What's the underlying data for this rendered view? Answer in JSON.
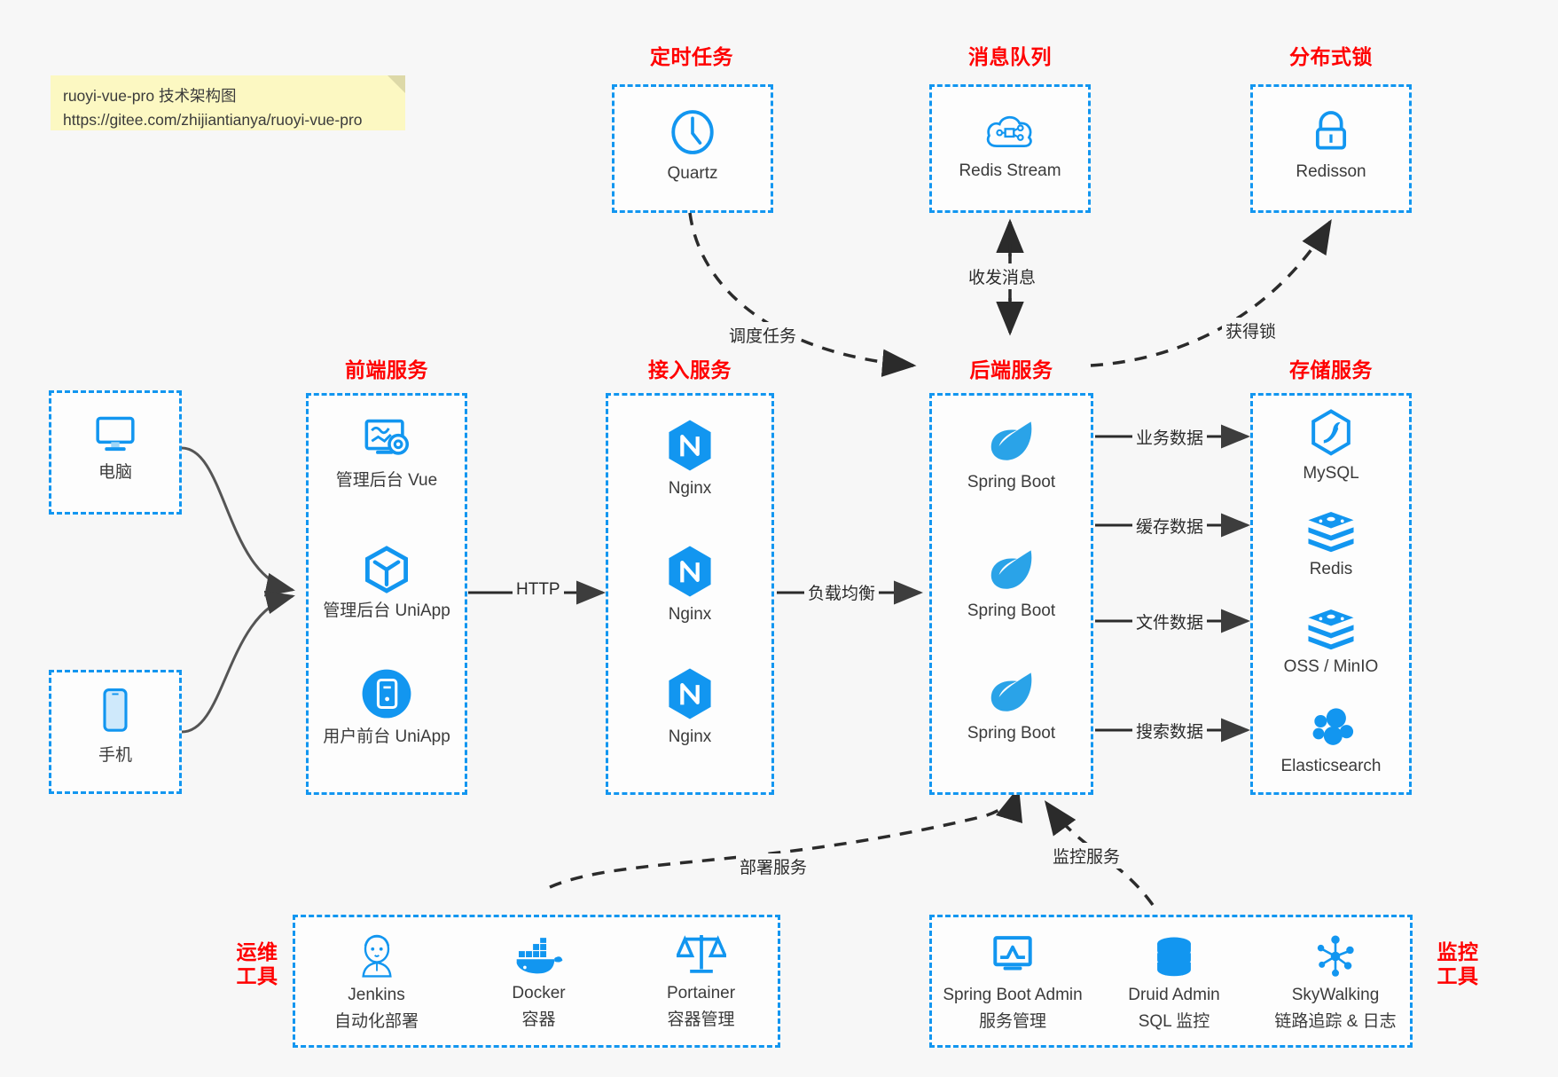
{
  "note": {
    "line1": "ruoyi-vue-pro 技术架构图",
    "line2": "https://gitee.com/zhijiantianya/ruoyi-vue-pro"
  },
  "sections": {
    "scheduled_task": {
      "title": "定时任务",
      "items": [
        {
          "label": "Quartz",
          "icon": "clock-icon"
        }
      ]
    },
    "message_queue": {
      "title": "消息队列",
      "items": [
        {
          "label": "Redis Stream",
          "icon": "cloud-stream-icon"
        }
      ]
    },
    "distributed_lock": {
      "title": "分布式锁",
      "items": [
        {
          "label": "Redisson",
          "icon": "lock-icon"
        }
      ]
    },
    "clients": {
      "items": [
        {
          "label": "电脑",
          "icon": "desktop-icon"
        },
        {
          "label": "手机",
          "icon": "phone-icon"
        }
      ]
    },
    "frontend": {
      "title": "前端服务",
      "items": [
        {
          "label": "管理后台 Vue",
          "icon": "dashboard-gear-icon"
        },
        {
          "label": "管理后台 UniApp",
          "icon": "cube-icon"
        },
        {
          "label": "用户前台 UniApp",
          "icon": "mobile-circle-icon"
        }
      ]
    },
    "gateway": {
      "title": "接入服务",
      "items": [
        {
          "label": "Nginx",
          "icon": "nginx-icon"
        },
        {
          "label": "Nginx",
          "icon": "nginx-icon"
        },
        {
          "label": "Nginx",
          "icon": "nginx-icon"
        }
      ]
    },
    "backend": {
      "title": "后端服务",
      "items": [
        {
          "label": "Spring Boot",
          "icon": "spring-leaf-icon"
        },
        {
          "label": "Spring Boot",
          "icon": "spring-leaf-icon"
        },
        {
          "label": "Spring Boot",
          "icon": "spring-leaf-icon"
        }
      ]
    },
    "storage": {
      "title": "存储服务",
      "items": [
        {
          "label": "MySQL",
          "icon": "mysql-icon"
        },
        {
          "label": "Redis",
          "icon": "redis-icon"
        },
        {
          "label": "OSS / MinIO",
          "icon": "oss-icon"
        },
        {
          "label": "Elasticsearch",
          "icon": "elasticsearch-icon"
        }
      ]
    },
    "devops": {
      "title_line1": "运维",
      "title_line2": "工具",
      "items": [
        {
          "label": "Jenkins",
          "sub": "自动化部署",
          "icon": "jenkins-icon"
        },
        {
          "label": "Docker",
          "sub": "容器",
          "icon": "docker-icon"
        },
        {
          "label": "Portainer",
          "sub": "容器管理",
          "icon": "scales-icon"
        }
      ]
    },
    "monitoring": {
      "title_line1": "监控",
      "title_line2": "工具",
      "items": [
        {
          "label": "Spring Boot Admin",
          "sub": "服务管理",
          "icon": "monitor-chart-icon"
        },
        {
          "label": "Druid Admin",
          "sub": "SQL 监控",
          "icon": "database-icon"
        },
        {
          "label": "SkyWalking",
          "sub": "链路追踪 & 日志",
          "icon": "skywalking-icon"
        }
      ]
    }
  },
  "edges": {
    "http": "HTTP",
    "load_balance": "负载均衡",
    "schedule_task": "调度任务",
    "send_receive_message": "收发消息",
    "acquire_lock": "获得锁",
    "business_data": "业务数据",
    "cache_data": "缓存数据",
    "file_data": "文件数据",
    "search_data": "搜索数据",
    "deploy_service": "部署服务",
    "monitor_service": "监控服务"
  },
  "colors": {
    "accent": "#1296f0",
    "title": "#ff0000",
    "note_bg": "#fcf8c2",
    "bg": "#f7f7f7",
    "wire": "#4d4d4d"
  }
}
